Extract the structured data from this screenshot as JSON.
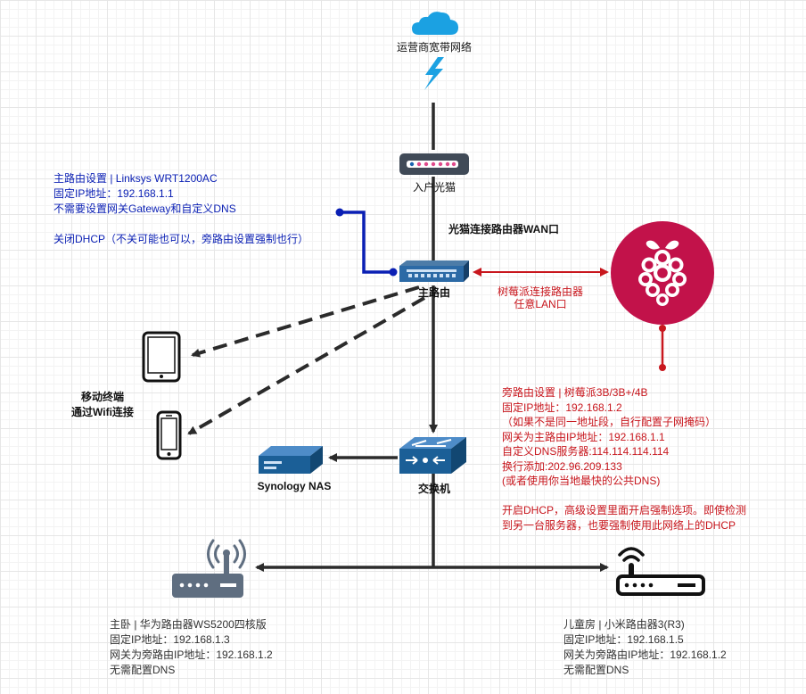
{
  "nodes": {
    "isp": "运营商宽带网络",
    "modem": "入户光猫",
    "main_router": "主路由",
    "switch": "交换机",
    "nas": "Synology NAS",
    "mobile": [
      "移动终端",
      "通过Wifi连接"
    ]
  },
  "edge_labels": {
    "modem_to_router": "光猫连接路由器WAN口",
    "pi_link": [
      "树莓派连接路由器",
      "任意LAN口"
    ]
  },
  "main_router_note": {
    "lines": [
      "主路由设置 | Linksys WRT1200AC",
      "固定IP地址：192.168.1.1",
      "不需要设置网关Gateway和自定义DNS",
      "",
      "关闭DHCP（不关可能也可以，旁路由设置强制也行）"
    ]
  },
  "bypass_router_note": {
    "lines": [
      "旁路由设置 | 树莓派3B/3B+/4B",
      "固定IP地址：192.168.1.2",
      "（如果不是同一地址段，自行配置子网掩码）",
      "网关为主路由IP地址：192.168.1.1",
      "自定义DNS服务器:114.114.114.114",
      "换行添加:202.96.209.133",
      "(或者使用你当地最快的公共DNS)",
      "",
      "开启DHCP，高级设置里面开启强制选项。即使检测",
      "到另一台服务器，也要强制使用此网络上的DHCP"
    ]
  },
  "bedroom_router_note": {
    "lines": [
      "主卧 | 华为路由器WS5200四核版",
      "固定IP地址：192.168.1.3",
      "网关为旁路由IP地址：192.168.1.2",
      "无需配置DNS"
    ]
  },
  "kids_router_note": {
    "lines": [
      "儿童房 | 小米路由器3(R3)",
      "固定IP地址：192.168.1.5",
      "网关为旁路由IP地址：192.168.1.2",
      "无需配置DNS"
    ]
  },
  "colors": {
    "blue_note": "#0a1fb4",
    "red_note": "#c8161d",
    "device_blue": "#1b5f97",
    "raspberry": "#c2124a",
    "line": "#2b2b2b"
  }
}
